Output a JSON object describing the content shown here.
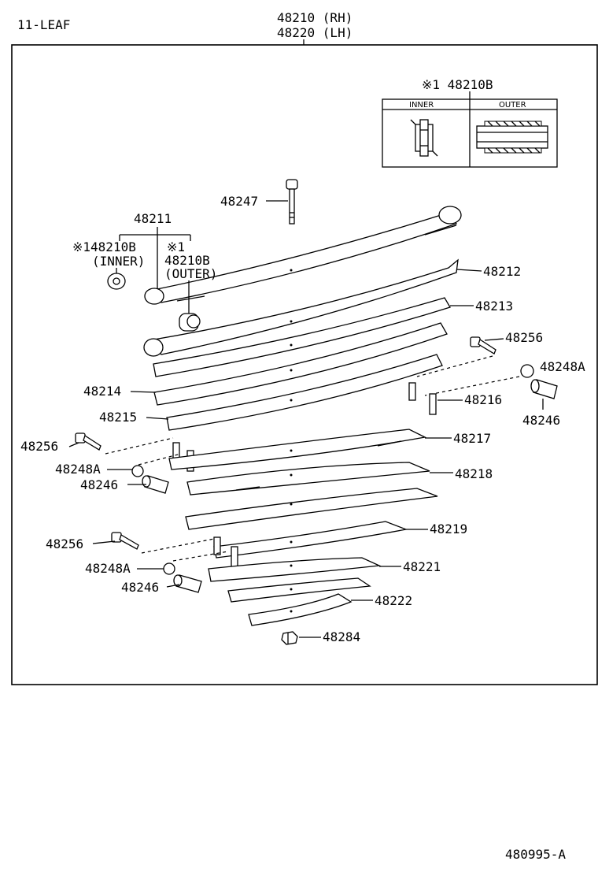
{
  "header": {
    "leaf_count": "11-LEAF",
    "assembly_rh": "48210 (RH)",
    "assembly_lh": "48220 (LH)"
  },
  "inset": {
    "title": "※1  48210B",
    "inner_label": "INNER",
    "outer_label": "OUTER"
  },
  "callouts": {
    "p48247": "48247",
    "p48211": "48211",
    "p48210b_inner_a": "※148210B",
    "p48210b_inner_b": "(INNER)",
    "p48210b_outer_a": "※1",
    "p48210b_outer_b": "48210B",
    "p48210b_outer_c": "(OUTER)",
    "p48212": "48212",
    "p48213": "48213",
    "p48256_a": "48256",
    "p48248a_a": "48248A",
    "p48246_a": "48246",
    "p48214": "48214",
    "p48215": "48215",
    "p48216": "48216",
    "p48256_b": "48256",
    "p48217": "48217",
    "p48248a_b": "48248A",
    "p48218": "48218",
    "p48246_b": "48246",
    "p48219": "48219",
    "p48256_c": "48256",
    "p48221": "48221",
    "p48248a_c": "48248A",
    "p48246_c": "48246",
    "p48222": "48222",
    "p48284": "48284"
  },
  "footer": {
    "drawing_id": "480995-A"
  }
}
